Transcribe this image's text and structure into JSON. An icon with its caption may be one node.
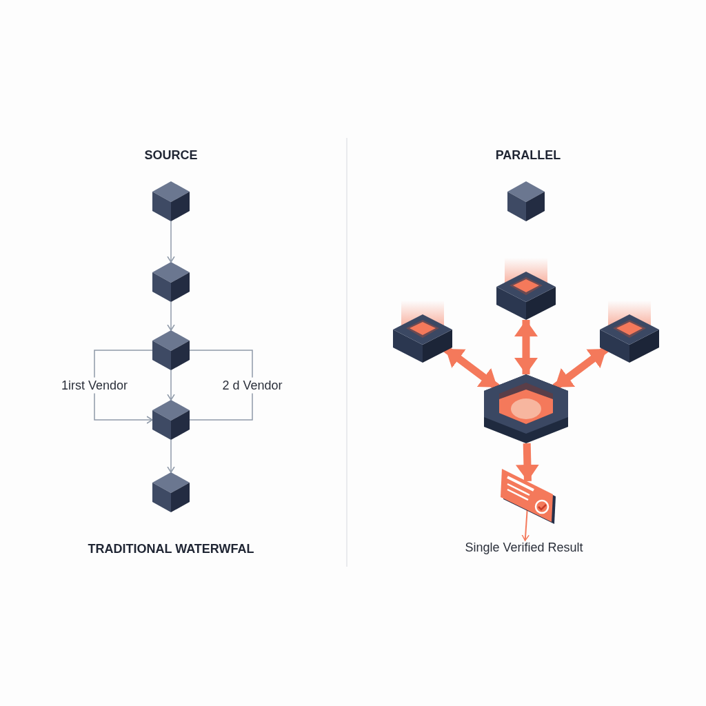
{
  "diagram": {
    "nodes": [
      {
        "text": [],
        "shape": "cube"
      },
      {
        "text": [],
        "shape": "cube"
      },
      {
        "text": [],
        "shape": "cube"
      },
      {
        "text": [],
        "shape": "cube"
      },
      {
        "text": [],
        "shape": "cube"
      },
      {
        "text": [],
        "shape": "cube"
      },
      {
        "text": [],
        "shape": "block"
      },
      {
        "text": [],
        "shape": "block"
      },
      {
        "text": [],
        "shape": "block"
      },
      {
        "text": [],
        "shape": "hexagon"
      },
      {
        "text": [],
        "shape": "card"
      },
      {
        "text": [
          "Single Verified Result"
        ]
      }
    ],
    "edges": [
      {
        "from": 0,
        "to": 1,
        "arrow": "to"
      },
      {
        "from": 1,
        "to": 2,
        "arrow": "to"
      },
      {
        "from": 2,
        "to": 3,
        "arrow": "to"
      },
      {
        "from": 2,
        "to": 3,
        "arrow": "to",
        "label": "1irst Vendor"
      },
      {
        "from": 2,
        "to": 3,
        "arrow": "none",
        "label": "2 d Vendor"
      },
      {
        "from": 3,
        "to": 4,
        "arrow": "to"
      },
      {
        "from": 9,
        "to": 6,
        "arrow": "both",
        "style": "thick",
        "color": "#f4795b"
      },
      {
        "from": 9,
        "to": 7,
        "arrow": "both",
        "style": "thick",
        "color": "#f4795b"
      },
      {
        "from": 9,
        "to": 8,
        "arrow": "both",
        "style": "thick",
        "color": "#f4795b"
      },
      {
        "from": 9,
        "to": 10,
        "arrow": "to",
        "style": "thick",
        "color": "#f4795b"
      },
      {
        "from": 10,
        "to": 11,
        "arrow": "to",
        "color": "#f4795b"
      }
    ],
    "labels": [
      "SOURCE",
      "PARALLEL",
      "TRADITIONAL WATERWFAL"
    ]
  }
}
